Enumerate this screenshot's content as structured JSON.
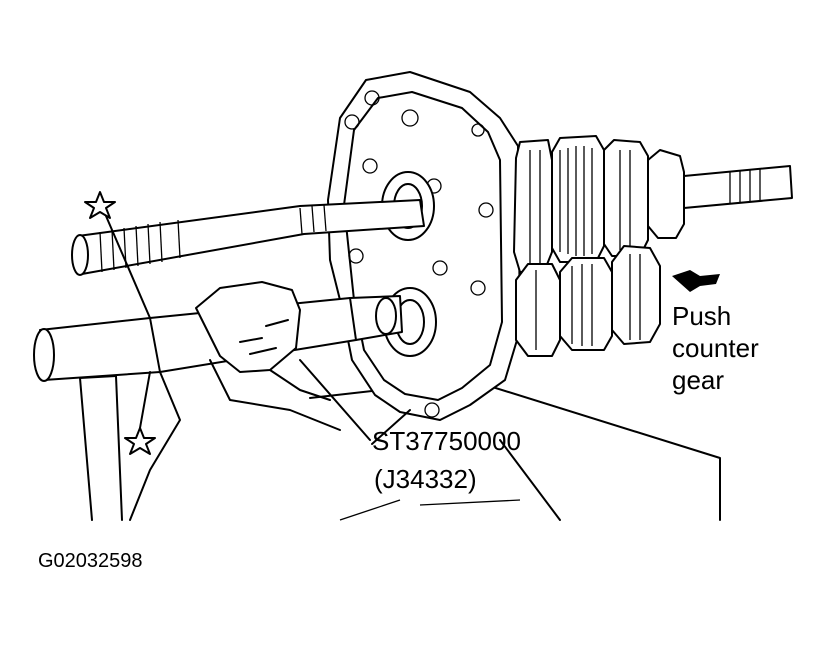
{
  "annotations": {
    "push_line1": "Push",
    "push_line2": "counter",
    "push_line3": "gear",
    "tool_number": "ST37750000",
    "tool_alt_number": "(J34332)",
    "figure_id": "G02032598"
  },
  "colors": {
    "ink": "#000000",
    "background": "#ffffff"
  },
  "icons": [
    "star-marker-icon",
    "push-arrow-icon"
  ]
}
